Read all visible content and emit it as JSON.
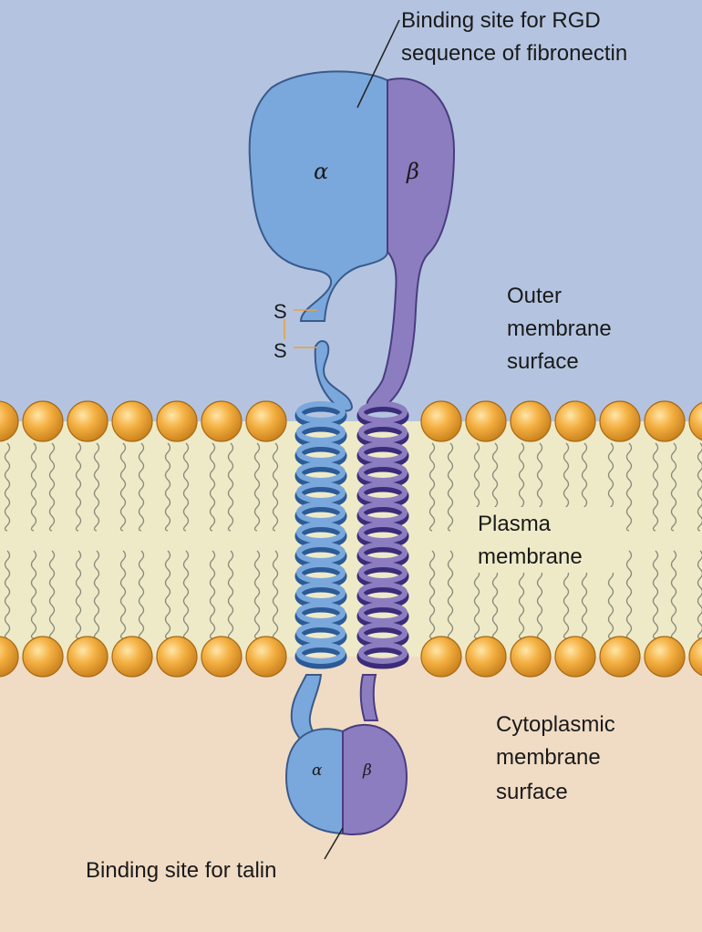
{
  "labels": {
    "rgd_line1": "Binding site for RGD",
    "rgd_line2": "sequence of fibronectin",
    "outer_line1": "Outer",
    "outer_line2": "membrane",
    "outer_line3": "surface",
    "plasma_line1": "Plasma",
    "plasma_line2": "membrane",
    "cyto_line1": "Cytoplasmic",
    "cyto_line2": "membrane",
    "cyto_line3": "surface",
    "talin": "Binding site for talin",
    "alpha": "α",
    "beta": "β",
    "sulfur": "S"
  },
  "colors": {
    "outer_region": "#b4c4e0",
    "membrane_core": "#eeeac8",
    "cytoplasm": "#f0dcc4",
    "lipid_head": "#f0a838",
    "alpha_subunit": "#7aa8dc",
    "beta_subunit": "#8c7cc0"
  }
}
